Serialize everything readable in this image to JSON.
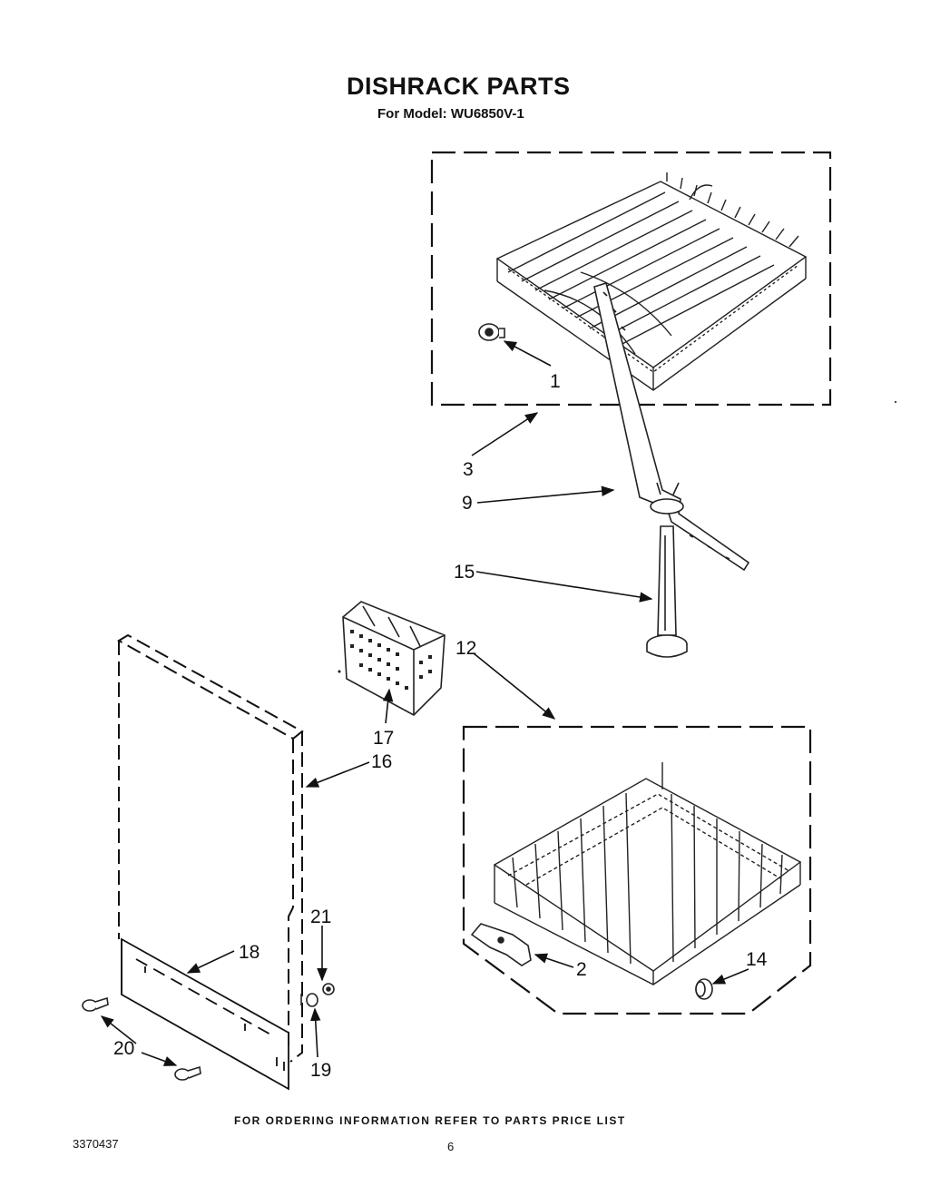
{
  "header": {
    "title": "DISHRACK PARTS",
    "model_line": "For Model: WU6850V-1"
  },
  "callouts": [
    "1",
    "3",
    "9",
    "15",
    "12",
    "17",
    "16",
    "21",
    "18",
    "20",
    "19",
    "2",
    "14"
  ],
  "footer": {
    "ordering_note": "FOR ORDERING INFORMATION REFER TO PARTS PRICE LIST",
    "document_number": "3370437",
    "page_number": "6"
  }
}
